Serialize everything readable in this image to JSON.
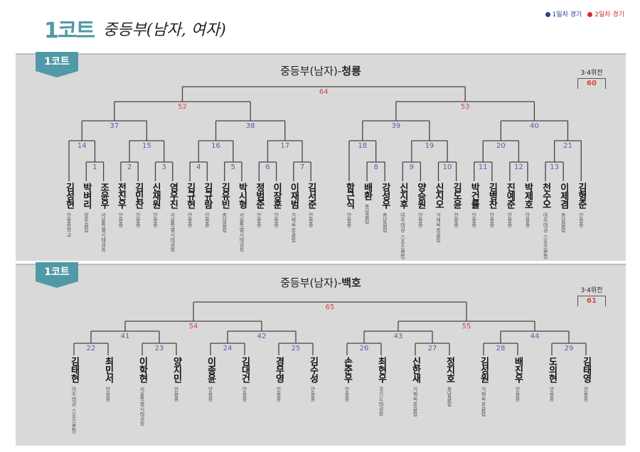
{
  "header": {
    "court": "1코트",
    "title": "중등부(남자, 여자)"
  },
  "legend": [
    {
      "label": "1일차 경기",
      "color": "#2e3b8f"
    },
    {
      "label": "2일차 경기",
      "color": "#d62b2b"
    }
  ],
  "day_colors": {
    "1": "#5b5ba8",
    "2": "#d04848"
  },
  "brackets": [
    {
      "court_badge": "1코트",
      "title_prefix": "중등부(남자)-",
      "title_group": "청룡",
      "third_place_label": "3·4위전",
      "third_place_match": {
        "no": "60",
        "day": 2
      },
      "tree": {
        "no": "64",
        "day": 2,
        "children": [
          {
            "no": "52",
            "day": 2,
            "children": [
              {
                "no": "37",
                "day": 1,
                "children": [
                  {
                    "no": "14",
                    "day": 1,
                    "children": [
                      {
                        "name": "김성현",
                        "affil": "안용중학교"
                      },
                      {
                        "no": "1",
                        "day": 1,
                        "children": [
                          {
                            "name": "박벼리",
                            "affil": "청주클럽"
                          },
                          {
                            "name": "조윤우",
                            "affil": "서울특별시태권회"
                          }
                        ]
                      }
                    ]
                  },
                  {
                    "no": "15",
                    "day": 1,
                    "children": [
                      {
                        "no": "2",
                        "day": 1,
                        "children": [
                          {
                            "name": "전진우",
                            "affil": "안용중"
                          },
                          {
                            "name": "김민찬",
                            "affil": "안용중"
                          }
                        ]
                      },
                      {
                        "no": "3",
                        "day": 1,
                        "children": [
                          {
                            "name": "신재원",
                            "affil": "안용중"
                          },
                          {
                            "name": "염우진",
                            "affil": "서울특별시태권회"
                          }
                        ]
                      }
                    ]
                  }
                ]
              },
              {
                "no": "38",
                "day": 1,
                "children": [
                  {
                    "no": "16",
                    "day": 1,
                    "children": [
                      {
                        "no": "4",
                        "day": 1,
                        "children": [
                          {
                            "name": "김규현",
                            "affil": "안용중"
                          },
                          {
                            "name": "김규람",
                            "affil": "안용중"
                          }
                        ]
                      },
                      {
                        "no": "5",
                        "day": 1,
                        "children": [
                          {
                            "name": "김유빈",
                            "affil": "충남클럽"
                          },
                          {
                            "name": "박시형",
                            "affil": "서울특별시태권회"
                          }
                        ]
                      }
                    ]
                  },
                  {
                    "no": "17",
                    "day": 1,
                    "children": [
                      {
                        "no": "6",
                        "day": 1,
                        "children": [
                          {
                            "name": "정범준",
                            "affil": "안용중"
                          },
                          {
                            "name": "이장훈",
                            "affil": "안용중"
                          }
                        ]
                      },
                      {
                        "no": "7",
                        "day": 1,
                        "children": [
                          {
                            "name": "이재범",
                            "affil": "거제옥포클럽"
                          },
                          {
                            "name": "김서준",
                            "affil": "안용중"
                          }
                        ]
                      }
                    ]
                  }
                ]
              }
            ]
          },
          {
            "no": "53",
            "day": 2,
            "children": [
              {
                "no": "39",
                "day": 1,
                "children": [
                  {
                    "no": "18",
                    "day": 1,
                    "children": [
                      {
                        "name": "함근식",
                        "affil": "안용중"
                      },
                      {
                        "no": "8",
                        "day": 1,
                        "children": [
                          {
                            "name": "배환",
                            "affil": "충남클럽"
                          },
                          {
                            "name": "강성우",
                            "affil": "충남클럽"
                          }
                        ]
                      }
                    ]
                  },
                  {
                    "no": "19",
                    "day": 1,
                    "children": [
                      {
                        "no": "9",
                        "day": 1,
                        "children": [
                          {
                            "name": "신지후",
                            "affil": "여주태권 스포츠클럽"
                          },
                          {
                            "name": "양승원",
                            "affil": "안용중"
                          }
                        ]
                      },
                      {
                        "no": "10",
                        "day": 1,
                        "children": [
                          {
                            "name": "신지오",
                            "affil": "거제옥포클럽"
                          },
                          {
                            "name": "김도윤",
                            "affil": "안용중"
                          }
                        ]
                      }
                    ]
                  }
                ]
              },
              {
                "no": "40",
                "day": 1,
                "children": [
                  {
                    "no": "20",
                    "day": 1,
                    "children": [
                      {
                        "no": "11",
                        "day": 1,
                        "children": [
                          {
                            "name": "박건률",
                            "affil": "안용중"
                          },
                          {
                            "name": "김병찬",
                            "affil": "안용중"
                          }
                        ]
                      },
                      {
                        "no": "12",
                        "day": 1,
                        "children": [
                          {
                            "name": "진예준",
                            "affil": "안용중"
                          },
                          {
                            "name": "박제호",
                            "affil": "안용중"
                          }
                        ]
                      }
                    ]
                  },
                  {
                    "no": "21",
                    "day": 1,
                    "children": [
                      {
                        "no": "13",
                        "day": 1,
                        "children": [
                          {
                            "name": "천수오",
                            "affil": "여주태권 스포츠클럽"
                          },
                          {
                            "name": "이제겸",
                            "affil": "충남클럽"
                          }
                        ]
                      },
                      {
                        "name": "김형준",
                        "affil": "안용중"
                      }
                    ]
                  }
                ]
              }
            ]
          }
        ]
      }
    },
    {
      "court_badge": "1코트",
      "title_prefix": "중등부(남자)-",
      "title_group": "백호",
      "third_place_label": "3·4위전",
      "third_place_match": {
        "no": "61",
        "day": 2
      },
      "tree": {
        "no": "65",
        "day": 2,
        "children": [
          {
            "no": "54",
            "day": 2,
            "children": [
              {
                "no": "41",
                "day": 1,
                "children": [
                  {
                    "no": "22",
                    "day": 1,
                    "children": [
                      {
                        "name": "김태현",
                        "affil": "여주태권 스포츠클럽"
                      },
                      {
                        "name": "최민서",
                        "affil": "안용중"
                      }
                    ]
                  },
                  {
                    "no": "23",
                    "day": 1,
                    "children": [
                      {
                        "name": "이학현",
                        "affil": "서울특별시태권회"
                      },
                      {
                        "name": "양지민",
                        "affil": "안용중"
                      }
                    ]
                  }
                ]
              },
              {
                "no": "42",
                "day": 1,
                "children": [
                  {
                    "no": "24",
                    "day": 1,
                    "children": [
                      {
                        "name": "이종윤",
                        "affil": "안용중"
                      },
                      {
                        "name": "김대건",
                        "affil": "안용중"
                      }
                    ]
                  },
                  {
                    "no": "25",
                    "day": 1,
                    "children": [
                      {
                        "name": "경무영",
                        "affil": "안용중"
                      },
                      {
                        "name": "김수성",
                        "affil": "안용중"
                      }
                    ]
                  }
                ]
              }
            ]
          },
          {
            "no": "55",
            "day": 2,
            "children": [
              {
                "no": "43",
                "day": 1,
                "children": [
                  {
                    "no": "26",
                    "day": 1,
                    "children": [
                      {
                        "name": "손준우",
                        "affil": "안용중"
                      },
                      {
                        "name": "최현우",
                        "affil": "경기도태권회"
                      }
                    ]
                  },
                  {
                    "no": "27",
                    "day": 1,
                    "children": [
                      {
                        "name": "신한새",
                        "affil": "거제옥포클럽"
                      },
                      {
                        "name": "정지호",
                        "affil": "충남클럽"
                      }
                    ]
                  }
                ]
              },
              {
                "no": "44",
                "day": 1,
                "children": [
                  {
                    "no": "28",
                    "day": 1,
                    "children": [
                      {
                        "name": "김성원",
                        "affil": "거제옥포클럽"
                      },
                      {
                        "name": "배진우",
                        "affil": "안용중"
                      }
                    ]
                  },
                  {
                    "no": "29",
                    "day": 1,
                    "children": [
                      {
                        "name": "도의현",
                        "affil": "안용중"
                      },
                      {
                        "name": "김태영",
                        "affil": "안용중"
                      }
                    ]
                  }
                ]
              }
            ]
          }
        ]
      }
    }
  ]
}
